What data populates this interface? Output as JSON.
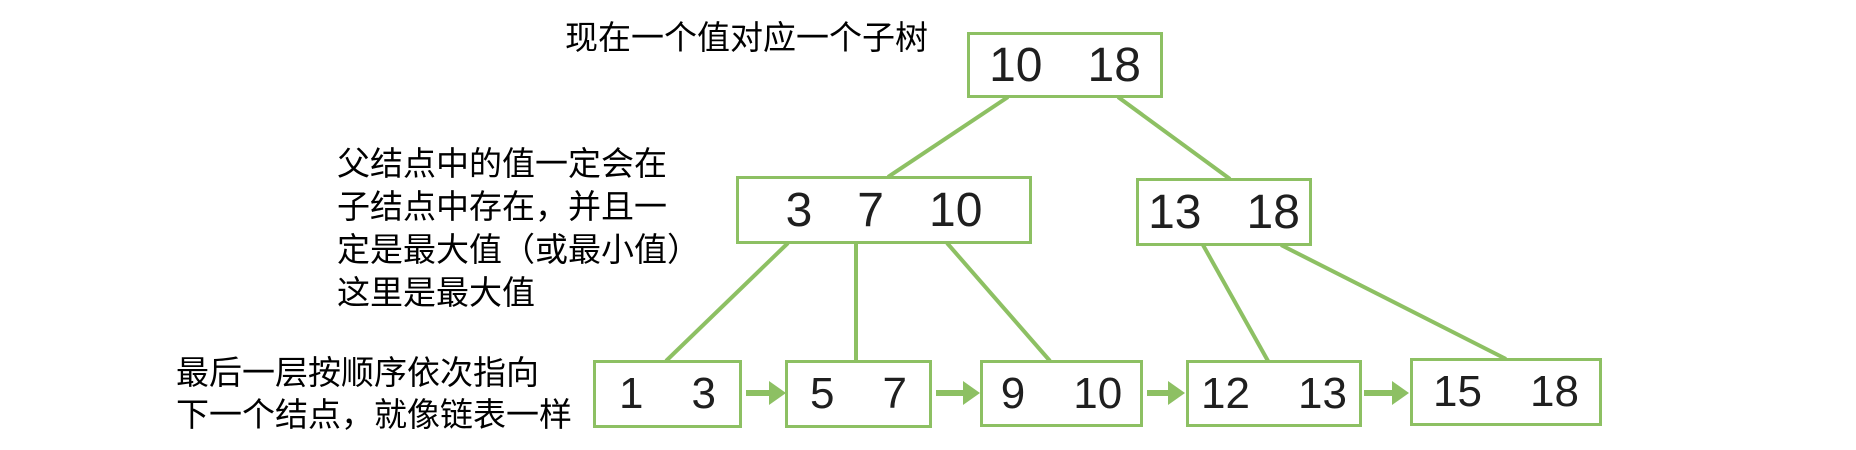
{
  "colors": {
    "accent": "#8DC063",
    "node_border": "#8DC063",
    "node_background": "#FFFFFF",
    "text": "#000000"
  },
  "annotations": {
    "root_note": {
      "text": "现在一个值对应一个子树"
    },
    "parent_note": {
      "lines": [
        "父结点中的值一定会在",
        "子结点中存在，并且一",
        "定是最大值（或最小值）",
        "这里是最大值"
      ]
    },
    "leaf_note": {
      "lines": [
        "最后一层按顺序依次指向",
        "下一个结点，就像链表一样"
      ]
    }
  },
  "tree": {
    "root": {
      "values": [
        "10",
        "18"
      ]
    },
    "internal": [
      {
        "values": [
          "3",
          "7",
          "10"
        ]
      },
      {
        "values": [
          "13",
          "18"
        ]
      }
    ],
    "leaves": [
      {
        "values": [
          "1",
          "3"
        ]
      },
      {
        "values": [
          "5",
          "7"
        ]
      },
      {
        "values": [
          "9",
          "10"
        ]
      },
      {
        "values": [
          "12",
          "13"
        ]
      },
      {
        "values": [
          "15",
          "18"
        ]
      }
    ]
  }
}
